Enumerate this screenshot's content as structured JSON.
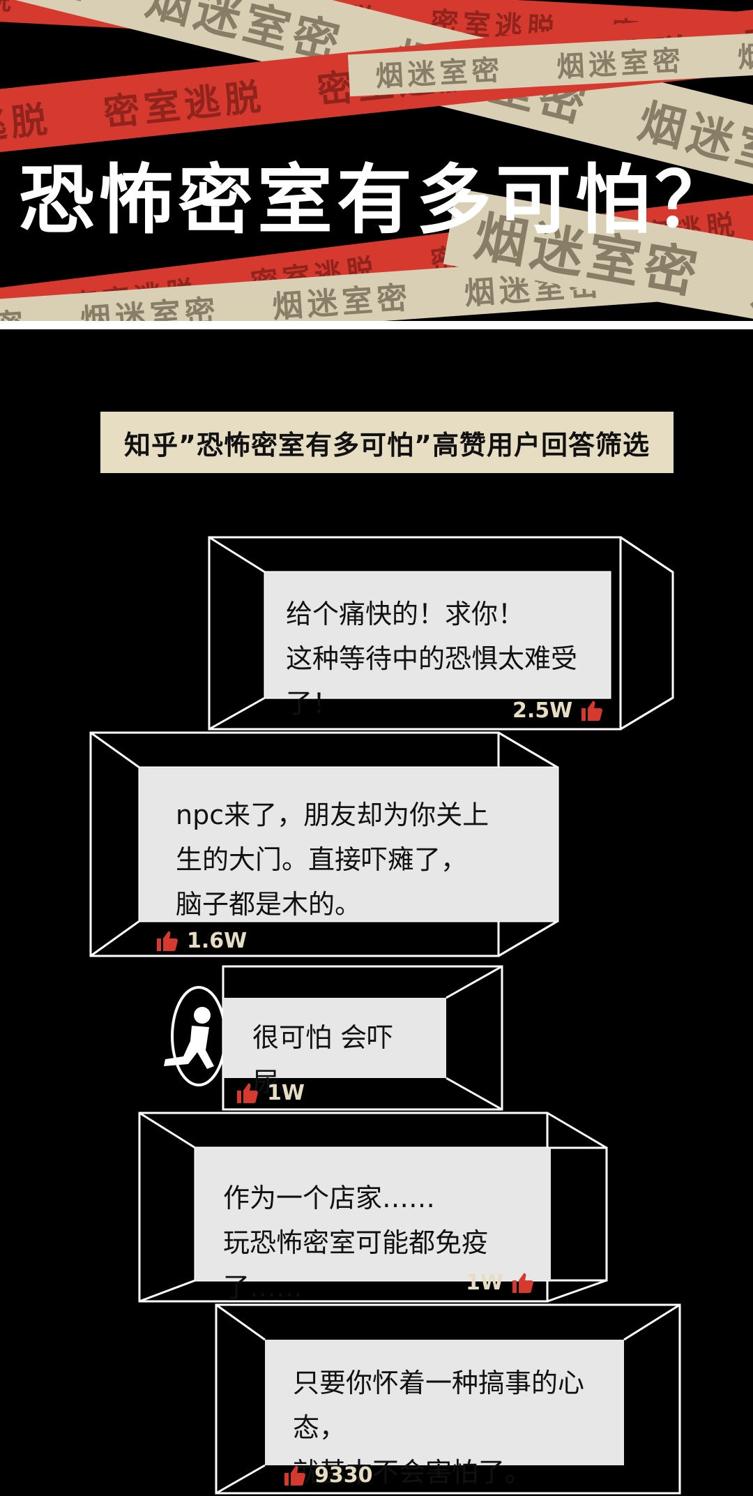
{
  "header": {
    "title": "恐怖密室有多可怕？",
    "tape_text_red": "密室逃脱",
    "tape_text_beige": "烟迷室密"
  },
  "subtitle": "知乎”恐怖密室有多可怕”高赞用户回答筛选",
  "answers": [
    {
      "lines": [
        "给个痛快的！求你！",
        "这种等待中的恐惧太难受了！"
      ],
      "likes": "2.5W"
    },
    {
      "lines": [
        "npc来了，朋友却为你关上",
        "生的大门。直接吓瘫了，",
        "脑子都是木的。"
      ],
      "likes": "1.6W"
    },
    {
      "lines": [
        "很可怕  会吓尿。"
      ],
      "likes": "1W"
    },
    {
      "lines": [
        "作为一个店家……",
        "玩恐怖密室可能都免疫了……"
      ],
      "likes": "1W"
    },
    {
      "lines": [
        "只要你怀着一种搞事的心态，",
        "就基本不会害怕了。"
      ],
      "likes": "9330"
    }
  ],
  "colors": {
    "red": "#d63a2f",
    "beige": "#e6ddc3",
    "panel": "#e7e7e7",
    "background": "#000000"
  },
  "icons": {
    "like": "thumbs-up-icon",
    "figure": "running-person-icon"
  }
}
